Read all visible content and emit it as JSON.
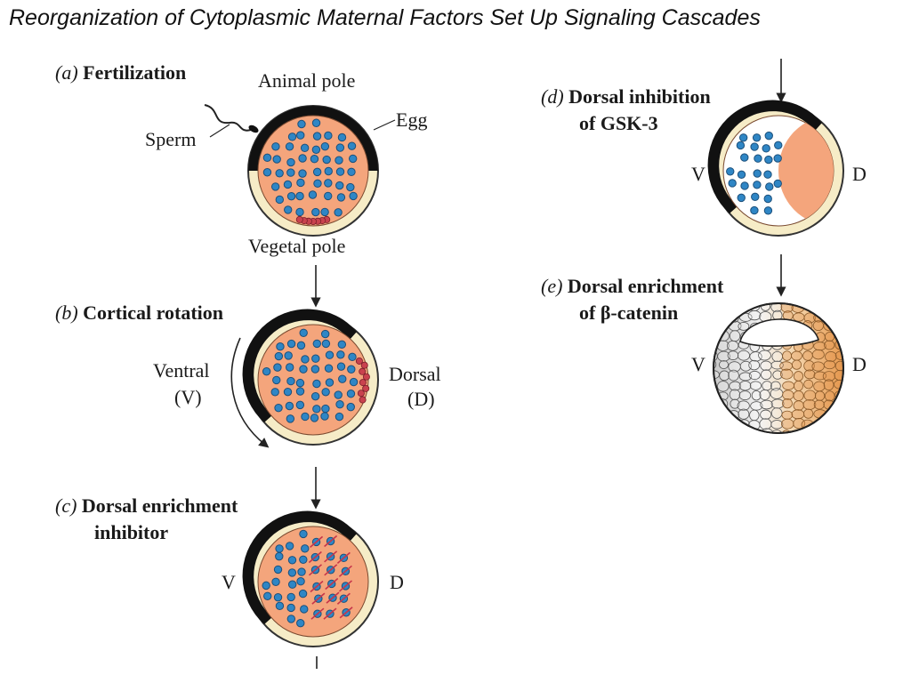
{
  "title": "Reorganization of  Cytoplasmic Maternal Factors Set Up Signaling Cascades",
  "colors": {
    "cytoplasm": "#f4a57c",
    "cortex_dark": "#111111",
    "vegetal_rim": "#f6ecc7",
    "granule_blue": "#2f86c5",
    "granule_edge": "#1c4f7a",
    "dorsal_determinant": "#c9424e",
    "inhibitor_cross": "#c6354a"
  },
  "panels": {
    "a": {
      "letter": "(a)",
      "heading": "Fertilization",
      "labels": {
        "animal": "Animal pole",
        "egg": "Egg",
        "sperm": "Sperm",
        "vegetal": "Vegetal pole"
      }
    },
    "b": {
      "letter": "(b)",
      "heading": "Cortical rotation",
      "labels": {
        "ventral": "Ventral",
        "ventral_abbr": "(V)",
        "dorsal": "Dorsal",
        "dorsal_abbr": "(D)"
      }
    },
    "c": {
      "letter": "(c)",
      "heading_line1": "Dorsal enrichment",
      "heading_line2": "inhibitor",
      "labels": {
        "v": "V",
        "d": "D"
      }
    },
    "d": {
      "letter": "(d)",
      "heading_line1": "Dorsal inhibition",
      "heading_line2": "of GSK-3",
      "labels": {
        "v": "V",
        "d": "D"
      }
    },
    "e": {
      "letter": "(e)",
      "heading_line1": "Dorsal enrichment",
      "heading_line2": "of β-catenin",
      "labels": {
        "v": "V",
        "d": "D"
      }
    }
  }
}
